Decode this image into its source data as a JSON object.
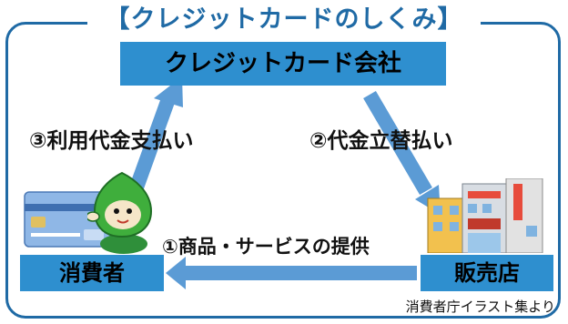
{
  "title": "【クレジットカードのしくみ】",
  "nodes": {
    "company": "クレジットカード会社",
    "consumer": "消費者",
    "shop": "販売店"
  },
  "flows": {
    "step1": "①商品・サービスの提供",
    "step2": "②代金立替払い",
    "step3": "③利用代金支払い"
  },
  "credit": "消費者庁イラスト集より",
  "illustrations": {
    "card": "credit-card-icon",
    "mascot": "green-mascot-icon",
    "store": "shop-building-icon"
  },
  "colors": {
    "frame": "#1f6aa5",
    "box": "#2e8fcf",
    "arrow": "#5b9bd5"
  }
}
